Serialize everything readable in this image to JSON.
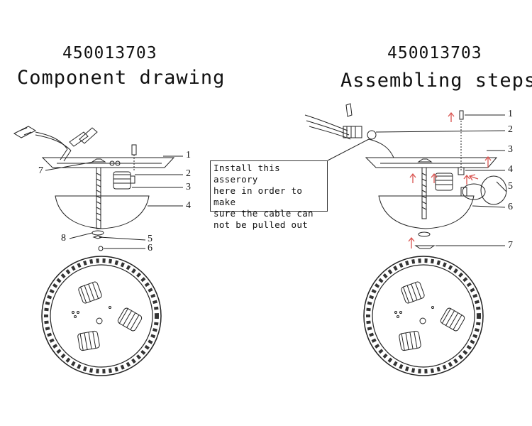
{
  "component_drawing": {
    "model_code": "450013703",
    "title": "Component drawing",
    "callouts": [
      "1",
      "2",
      "3",
      "4",
      "5",
      "6",
      "7",
      "8"
    ]
  },
  "assembling_steps": {
    "model_code": "450013703",
    "title": "Assembling steps",
    "callouts": [
      "1",
      "2",
      "3",
      "4",
      "5",
      "6",
      "7"
    ],
    "note": "Install this asserory\nhere in order to make\nsure the cable can\nnot be pulled out"
  },
  "colors": {
    "line": "#222222",
    "arrow": "#d9534f"
  }
}
